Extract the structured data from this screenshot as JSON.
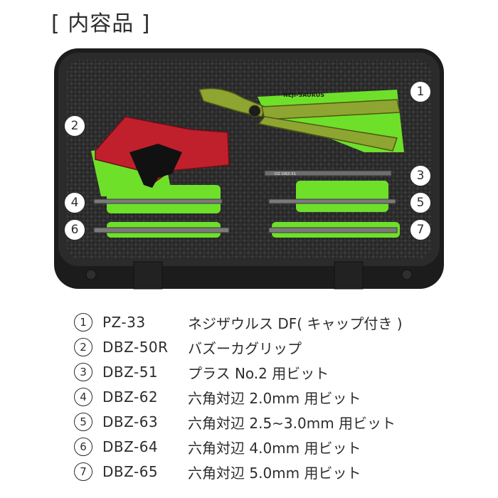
{
  "title": "[ 内容品 ]",
  "case": {
    "pliers_brand": "NEJI-SAURUS",
    "bit_marking": "DZ DBZ-51"
  },
  "colors": {
    "foam_green": "#6ee02a",
    "case_black": "#1c1c1c",
    "pliers_olive": "#8fa531",
    "grip_red": "#c0202c"
  },
  "callouts": [
    "1",
    "2",
    "3",
    "4",
    "5",
    "6",
    "7"
  ],
  "items": [
    {
      "no": "1",
      "code": "PZ-33",
      "desc": "ネジザウルス DF( キャップ付き )"
    },
    {
      "no": "2",
      "code": "DBZ-50R",
      "desc": "バズーカグリップ"
    },
    {
      "no": "3",
      "code": "DBZ-51",
      "desc": "プラス No.2 用ビット"
    },
    {
      "no": "4",
      "code": "DBZ-62",
      "desc": "六角対辺 2.0mm 用ビット"
    },
    {
      "no": "5",
      "code": "DBZ-63",
      "desc": "六角対辺 2.5~3.0mm 用ビット"
    },
    {
      "no": "6",
      "code": "DBZ-64",
      "desc": "六角対辺 4.0mm 用ビット"
    },
    {
      "no": "7",
      "code": "DBZ-65",
      "desc": "六角対辺 5.0mm 用ビット"
    }
  ]
}
